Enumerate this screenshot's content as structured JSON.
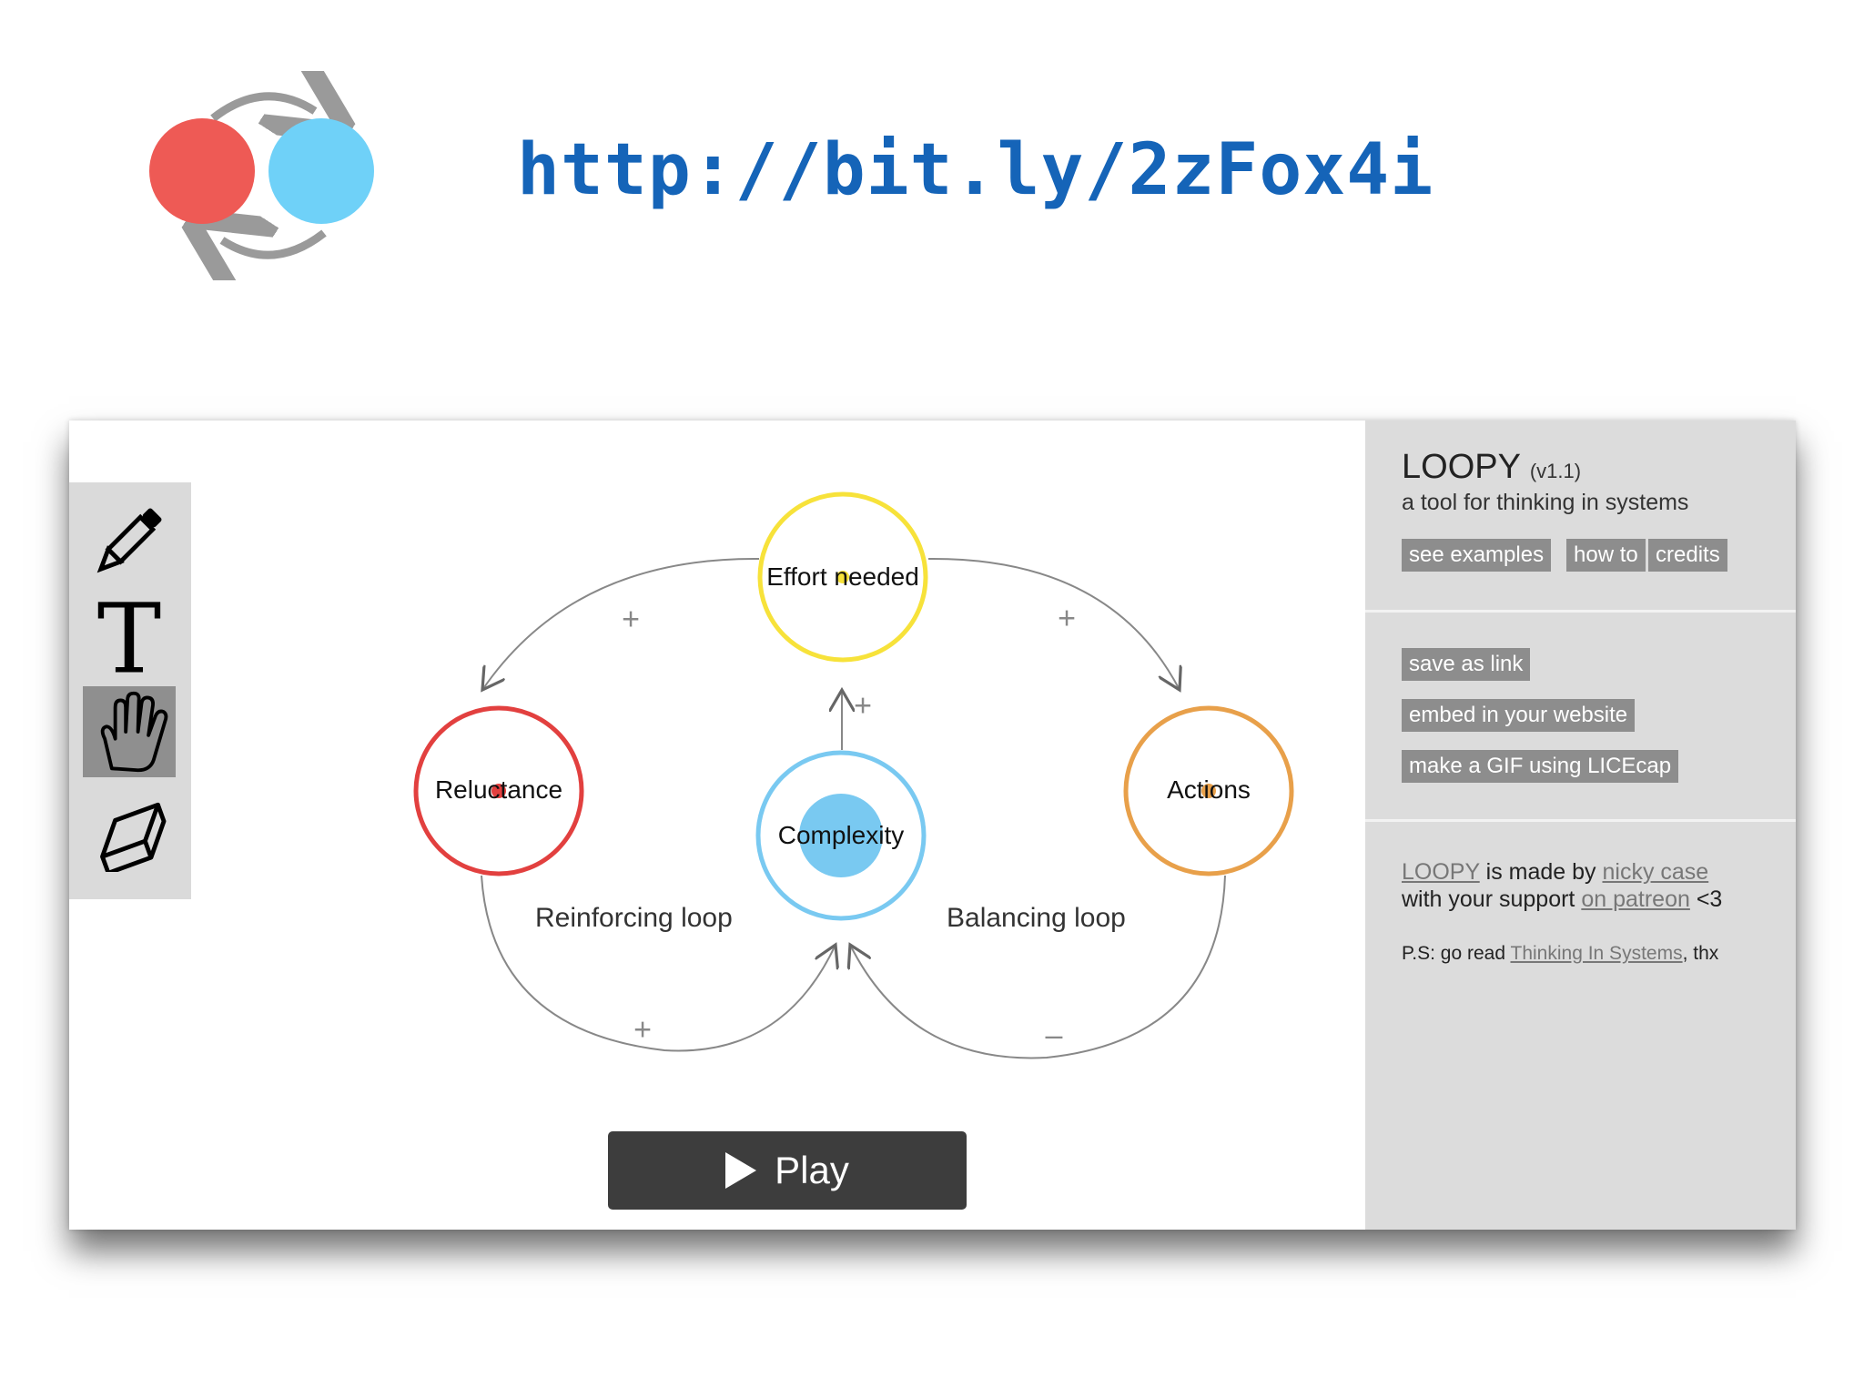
{
  "slide": {
    "url": "http://bit.ly/2zFox4i"
  },
  "toolbar": {
    "tools": [
      {
        "icon": "pencil-icon"
      },
      {
        "icon": "text-tool-icon"
      },
      {
        "icon": "hand-icon"
      },
      {
        "icon": "eraser-icon"
      }
    ],
    "active": "hand-icon"
  },
  "diagram": {
    "nodes": {
      "effort": {
        "label": "Effort needed",
        "color": "#f7e23a"
      },
      "reluctance": {
        "label": "Reluctance",
        "color": "#e2403f"
      },
      "complexity": {
        "label": "Complexity",
        "color": "#79c9f1"
      },
      "actions": {
        "label": "Actions",
        "color": "#e8a04a"
      }
    },
    "loops": {
      "reinforcing": "Reinforcing loop",
      "balancing": "Balancing loop"
    },
    "signs": {
      "effort_to_reluctance": "+",
      "effort_to_actions": "+",
      "complexity_to_effort": "+",
      "reluctance_to_complexity": "+",
      "actions_to_complexity": "–"
    }
  },
  "play_button": {
    "label": "Play",
    "icon": "play-icon"
  },
  "panel": {
    "title": "LOOPY",
    "version": "(v1.1)",
    "subtitle": "a tool for thinking in systems",
    "top_buttons": [
      "see examples",
      "how to",
      "credits"
    ],
    "share_buttons": [
      "save as link",
      "embed in your website",
      "make a GIF using LICEcap"
    ],
    "credits": {
      "loopy_link": "LOOPY",
      "made_by": " is made by ",
      "author_link": "nicky case",
      "support_prefix": "with your support ",
      "patreon_link": "on patreon",
      "support_suffix": " <3",
      "ps_prefix": "P.S: go read ",
      "book_link": "Thinking In Systems",
      "ps_suffix": ", thx"
    }
  },
  "colors": {
    "url": "#1564b8",
    "logo_red": "#ee5a55",
    "logo_blue": "#6fd1f8",
    "panel_bg": "#dcdcdc",
    "button_bg": "#8d8d8d"
  }
}
